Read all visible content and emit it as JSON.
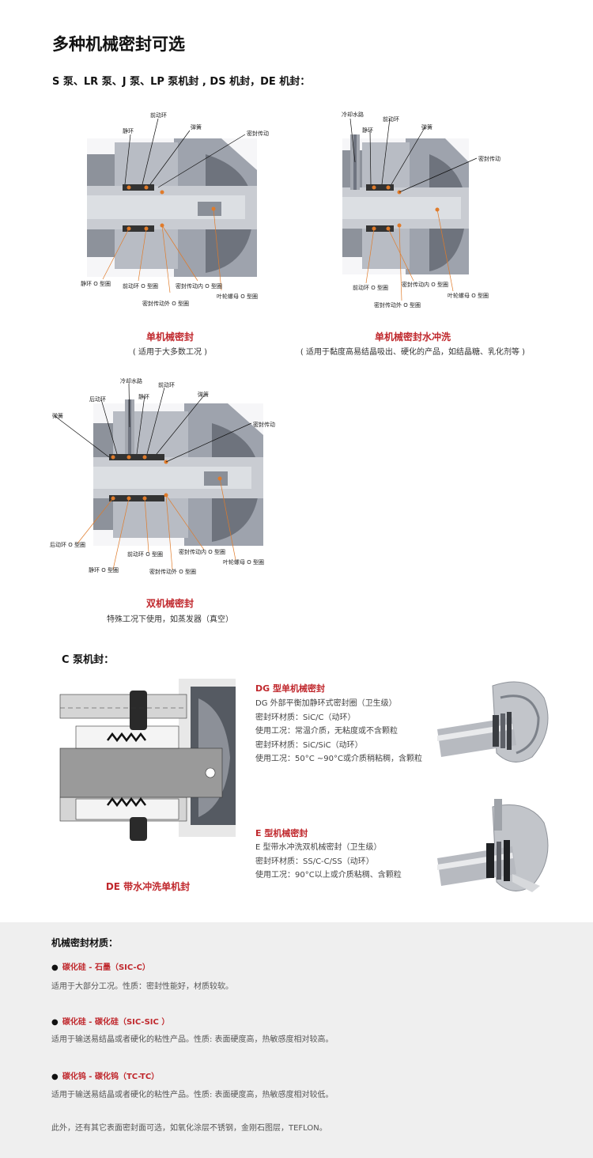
{
  "page_title": "多种机械密封可选",
  "section1_heading": "S 泵、LR 泵、J 泵、LP 泵机封 , DS 机封，DE 机封：",
  "diagram1": {
    "labels": {
      "front_ring": "前动环",
      "static_ring": "静环",
      "spring": "弹簧",
      "seal_drive": "密封传动",
      "static_oring": "静环 O 型圈",
      "front_oring": "前动环 O 型圈",
      "drive_inner_oring": "密封传动内 O 型圈",
      "impeller_nut_oring": "叶轮螺母 O 型圈",
      "drive_outer_oring": "密封传动外 O 型圈"
    },
    "title": "单机械密封",
    "subtitle": "( 适用于大多数工况 )"
  },
  "diagram2": {
    "labels": {
      "cooling": "冷却水路",
      "static_ring": "静环",
      "front_ring": "前动环",
      "spring": "弹簧",
      "seal_drive": "密封传动",
      "front_oring": "前动环 O 型圈",
      "drive_inner_oring": "密封传动内 O 型圈",
      "impeller_nut_oring": "叶轮螺母 O 型圈",
      "drive_outer_oring": "密封传动外 O 型圈"
    },
    "title": "单机械密封水冲洗",
    "subtitle": "( 适用于黏度高易结晶吸出、硬化的产品，如结晶糖、乳化剂等 )"
  },
  "diagram3": {
    "labels": {
      "cooling": "冷却水路",
      "rear_ring": "后动环",
      "static_ring": "静环",
      "front_ring": "前动环",
      "spring_left": "弹簧",
      "spring_right": "弹簧",
      "seal_drive": "密封传动",
      "rear_oring": "后动环 O 型圈",
      "front_oring": "前动环 O 型圈",
      "drive_inner_oring": "密封传动内 O 型圈",
      "impeller_nut_oring": "叶轮螺母 O 型圈",
      "static_oring": "静环 O 型圈",
      "drive_outer_oring": "密封传动外 O 型圈"
    },
    "title": "双机械密封",
    "subtitle": "特殊工况下使用，如蒸发器（真空）"
  },
  "section2_heading": "C 泵机封：",
  "c_diagram_caption": "DE 带水冲洗单机封",
  "dg": {
    "title": "DG 型单机械密封",
    "lines": [
      "DG 外部平衡加静环式密封圈（卫生级）",
      "密封环材质：SiC/C（动环）",
      "使用工况：常温介质，无粘度或不含颗粒",
      "密封环材质：SiC/SiC（动环）",
      "使用工况：50°C ~90°C或介质稍粘稠，含颗粒"
    ]
  },
  "e": {
    "title": "E 型机械密封",
    "lines": [
      "E 型带水冲洗双机械密封（卫生级）",
      "密封环材质：SS/C-C/SS（动环）",
      "使用工况：90°C以上或介质粘稠、含颗粒"
    ]
  },
  "materials": {
    "heading": "机械密封材质：",
    "items": [
      {
        "name": "碳化硅 - 石墨（SIC-C）",
        "desc": "适用于大部分工况。性质：密封性能好，材质较软。"
      },
      {
        "name": "碳化硅 - 碳化硅（SIC-SIC ）",
        "desc": "适用于输送易结晶或者硬化的粘性产品。性质: 表面硬度高，热敏感度相对较高。"
      },
      {
        "name": "碳化钨 - 碳化钨（TC-TC）",
        "desc": "适用于输送易结晶或者硬化的粘性产品。性质: 表面硬度高，热敏感度相对较低。"
      }
    ],
    "footer": "此外，还有其它表面密封面可选，如氧化涂层不锈钢，金刚石图层，TEFLON。"
  },
  "colors": {
    "accent": "#c0282d",
    "leader_orange": "#e07b2a",
    "bottom_bg": "#efefef"
  }
}
